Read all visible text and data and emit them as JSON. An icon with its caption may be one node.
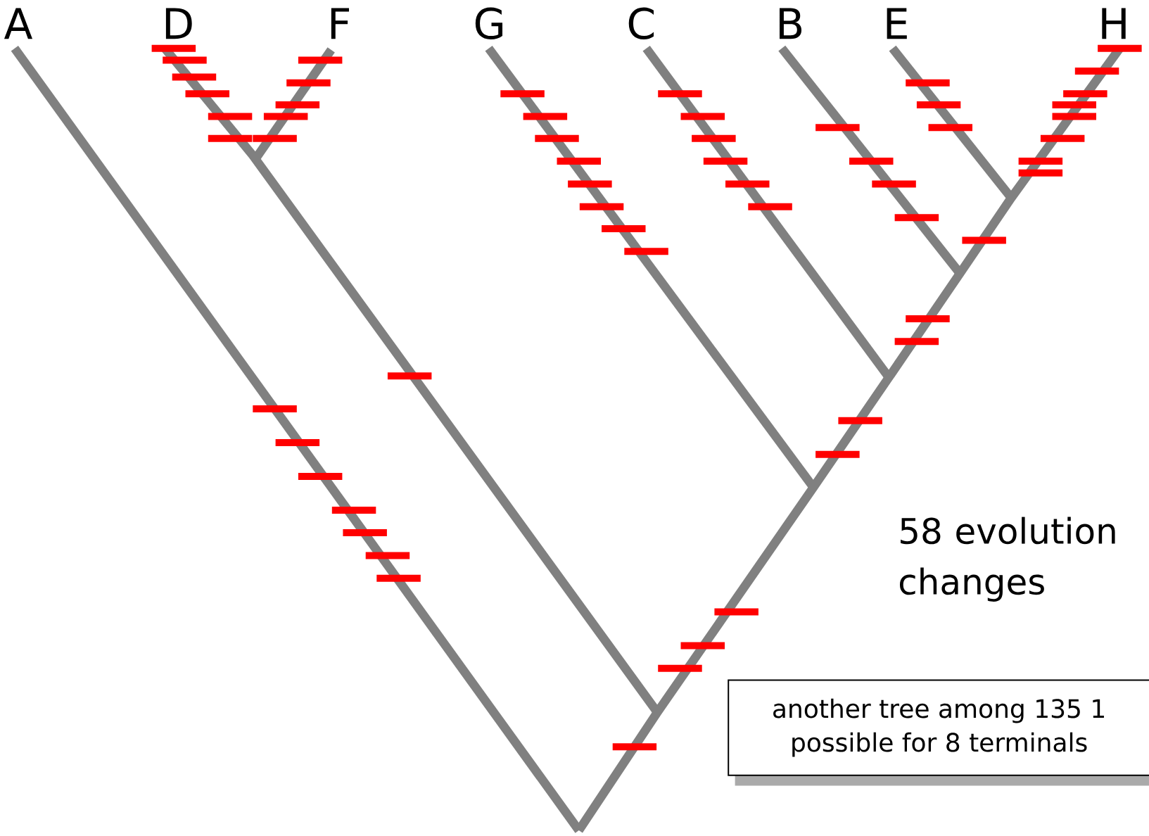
{
  "diagram": {
    "nodes": [
      {
        "text": [
          "another tree among 135 1 possible for 8 terminals"
        ]
      }
    ],
    "labels": [
      "A",
      "D",
      "F",
      "G",
      "C",
      "B",
      "E",
      "H",
      "58 evolution changes"
    ]
  }
}
